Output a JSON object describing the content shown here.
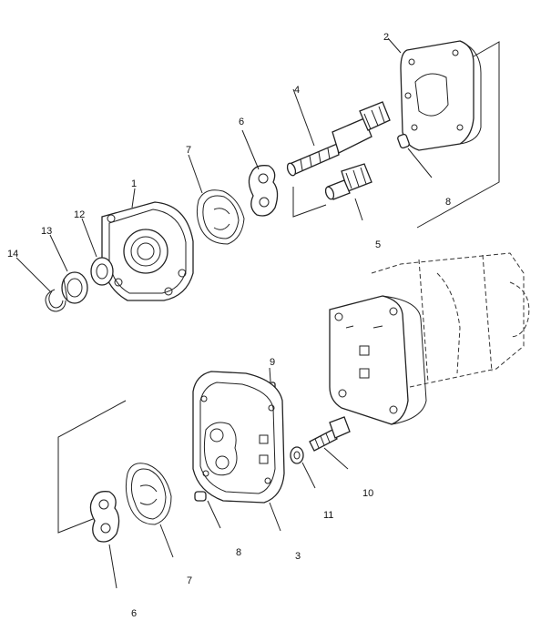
{
  "callouts": {
    "c1": "1",
    "c2": "2",
    "c3": "3",
    "c4": "4",
    "c5": "5",
    "c6_top": "6",
    "c6_bottom": "6",
    "c7_top": "7",
    "c7_bottom": "7",
    "c8_top": "8",
    "c8_bottom": "8",
    "c9": "9",
    "c10": "10",
    "c11": "11",
    "c12": "12",
    "c13": "13",
    "c14": "14"
  }
}
